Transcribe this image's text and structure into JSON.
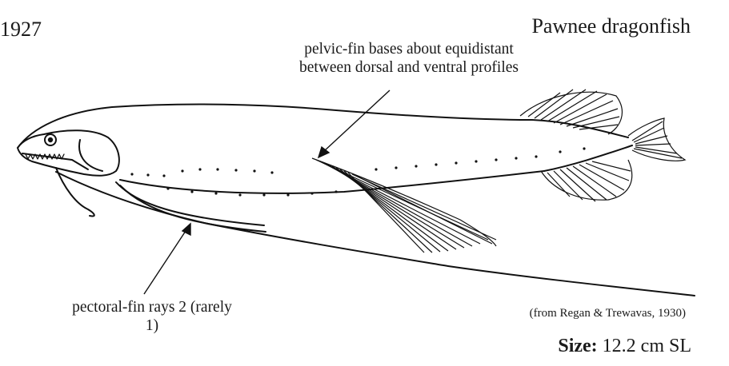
{
  "header": {
    "year": "1927",
    "common_name": "Pawnee dragonfish"
  },
  "annotations": {
    "pelvic_fin": "pelvic-fin bases about equidistant between dorsal and ventral profiles",
    "pectoral_fin": "pectoral-fin rays 2 (rarely 1)"
  },
  "footer": {
    "source": "(from Regan & Trewavas, 1930)",
    "size_label": "Size:",
    "size_value": "12.2 cm SL"
  }
}
